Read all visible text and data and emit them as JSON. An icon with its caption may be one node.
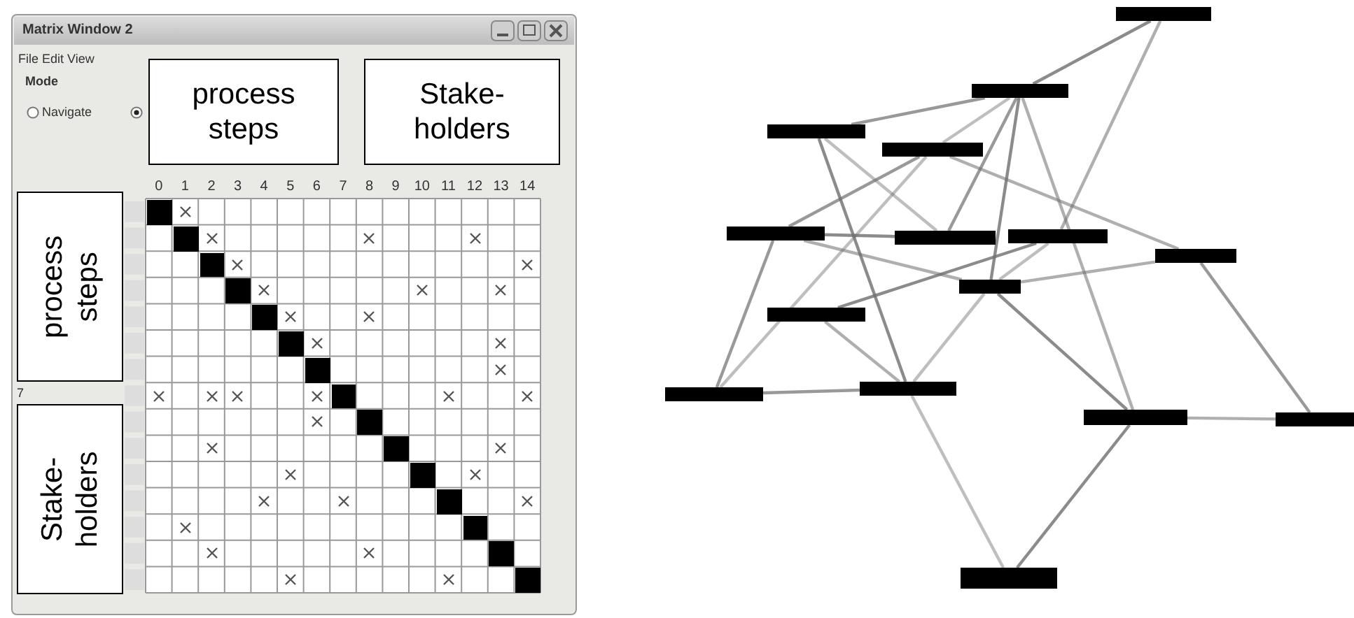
{
  "diagram": {
    "nodes": [
      {
        "text": [
          "process steps"
        ]
      },
      {
        "text": [
          "Stake- holders"
        ]
      },
      {
        "text": [
          "process steps"
        ]
      },
      {
        "text": [
          "Stake- holders"
        ]
      },
      {
        "text": [],
        "shape": "bar"
      },
      {
        "text": [],
        "shape": "bar"
      },
      {
        "text": [],
        "shape": "bar"
      },
      {
        "text": [],
        "shape": "bar"
      },
      {
        "text": [],
        "shape": "bar"
      },
      {
        "text": [],
        "shape": "bar"
      },
      {
        "text": [],
        "shape": "bar"
      },
      {
        "text": [],
        "shape": "bar"
      },
      {
        "text": [],
        "shape": "bar"
      },
      {
        "text": [],
        "shape": "bar"
      },
      {
        "text": [],
        "shape": "bar"
      },
      {
        "text": [],
        "shape": "bar"
      },
      {
        "text": [],
        "shape": "bar"
      },
      {
        "text": [],
        "shape": "bar"
      },
      {
        "text": [],
        "shape": "bar"
      }
    ],
    "edges": [
      {
        "from": 4,
        "to": 5,
        "arrow": "none"
      },
      {
        "from": 4,
        "to": 10,
        "arrow": "none"
      },
      {
        "from": 5,
        "to": 6,
        "arrow": "none"
      },
      {
        "from": 5,
        "to": 7,
        "arrow": "none"
      },
      {
        "from": 5,
        "to": 12,
        "arrow": "none"
      },
      {
        "from": 5,
        "to": 16,
        "arrow": "none"
      },
      {
        "from": 5,
        "to": 9,
        "arrow": "none"
      },
      {
        "from": 6,
        "to": 9,
        "arrow": "none"
      },
      {
        "from": 6,
        "to": 15,
        "arrow": "none"
      },
      {
        "from": 7,
        "to": 11,
        "arrow": "none"
      },
      {
        "from": 7,
        "to": 8,
        "arrow": "none"
      },
      {
        "from": 7,
        "to": 14,
        "arrow": "none"
      },
      {
        "from": 8,
        "to": 9,
        "arrow": "none"
      },
      {
        "from": 8,
        "to": 12,
        "arrow": "none"
      },
      {
        "from": 8,
        "to": 14,
        "arrow": "none"
      },
      {
        "from": 10,
        "to": 12,
        "arrow": "none"
      },
      {
        "from": 10,
        "to": 13,
        "arrow": "none"
      },
      {
        "from": 11,
        "to": 12,
        "arrow": "none"
      },
      {
        "from": 11,
        "to": 17,
        "arrow": "none"
      },
      {
        "from": 12,
        "to": 15,
        "arrow": "none"
      },
      {
        "from": 12,
        "to": 16,
        "arrow": "none"
      },
      {
        "from": 13,
        "to": 15,
        "arrow": "none"
      },
      {
        "from": 14,
        "to": 15,
        "arrow": "none"
      },
      {
        "from": 15,
        "to": 18,
        "arrow": "none"
      },
      {
        "from": 16,
        "to": 18,
        "arrow": "none"
      },
      {
        "from": 16,
        "to": 17,
        "arrow": "none"
      }
    ],
    "labels": [
      "Matrix Window 2",
      "File",
      "Edit",
      "View",
      "Mode",
      "Navigate",
      "0",
      "1",
      "2",
      "3",
      "4",
      "5",
      "6",
      "7",
      "8",
      "9",
      "10",
      "11",
      "12",
      "13",
      "14",
      "7"
    ]
  }
}
